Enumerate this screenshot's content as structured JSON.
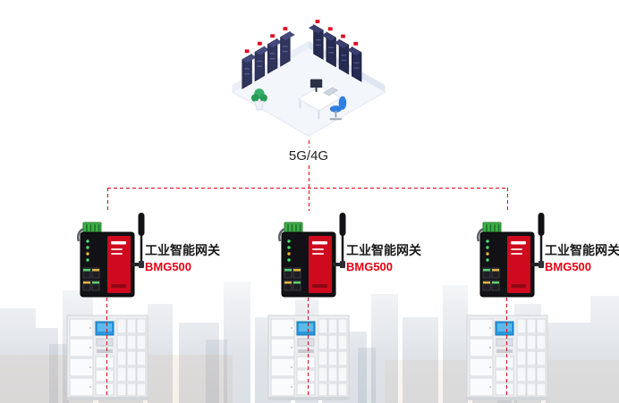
{
  "diagram": {
    "uplink_label": "5G/4G",
    "colors": {
      "connection_red": "#e60012",
      "gateway_panel_red": "#cf0a1e",
      "locker_screen_blue": "#2898dd"
    },
    "cloud": {
      "illustration": "server-room-isometric"
    },
    "gateways": [
      {
        "title": "工业智能网关",
        "model": "BMG500",
        "device_icon": "industrial-gateway-with-antenna",
        "endpoint_icon": "smart-parcel-locker"
      },
      {
        "title": "工业智能网关",
        "model": "BMG500",
        "device_icon": "industrial-gateway-with-antenna",
        "endpoint_icon": "smart-parcel-locker"
      },
      {
        "title": "工业智能网关",
        "model": "BMG500",
        "device_icon": "industrial-gateway-with-antenna",
        "endpoint_icon": "smart-parcel-locker"
      }
    ]
  }
}
